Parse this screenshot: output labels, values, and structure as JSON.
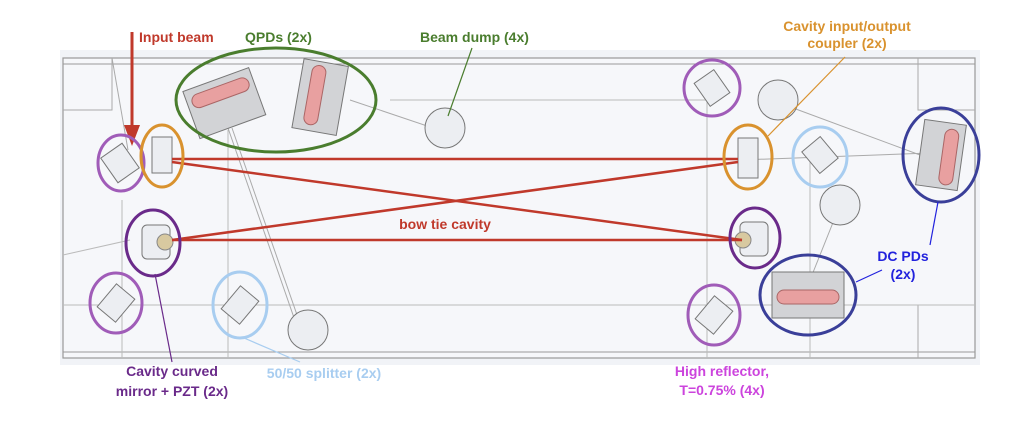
{
  "labels": {
    "input_beam": "Input beam",
    "qpds": "QPDs (2x)",
    "beam_dump": "Beam dump (4x)",
    "coupler_line1": "Cavity input/output",
    "coupler_line2": "coupler (2x)",
    "bow_tie": "bow tie cavity",
    "dc_pds_line1": "DC PDs",
    "dc_pds_line2": "(2x)",
    "curved_line1": "Cavity curved",
    "curved_line2": "mirror + PZT (2x)",
    "splitter": "50/50 splitter (2x)",
    "hr_line1": "High reflector,",
    "hr_line2": "T=0.75% (4x)"
  },
  "colors": {
    "beam": "#c0392b",
    "qpd": "#4a7d2e",
    "coupler": "#d9922e",
    "curved_mirror": "#6a2a8a",
    "splitter": "#a8cdf0",
    "high_reflector": "#cc44dd",
    "dc_pd": "#3a3f99",
    "dc_pd_text": "#2222dd"
  }
}
